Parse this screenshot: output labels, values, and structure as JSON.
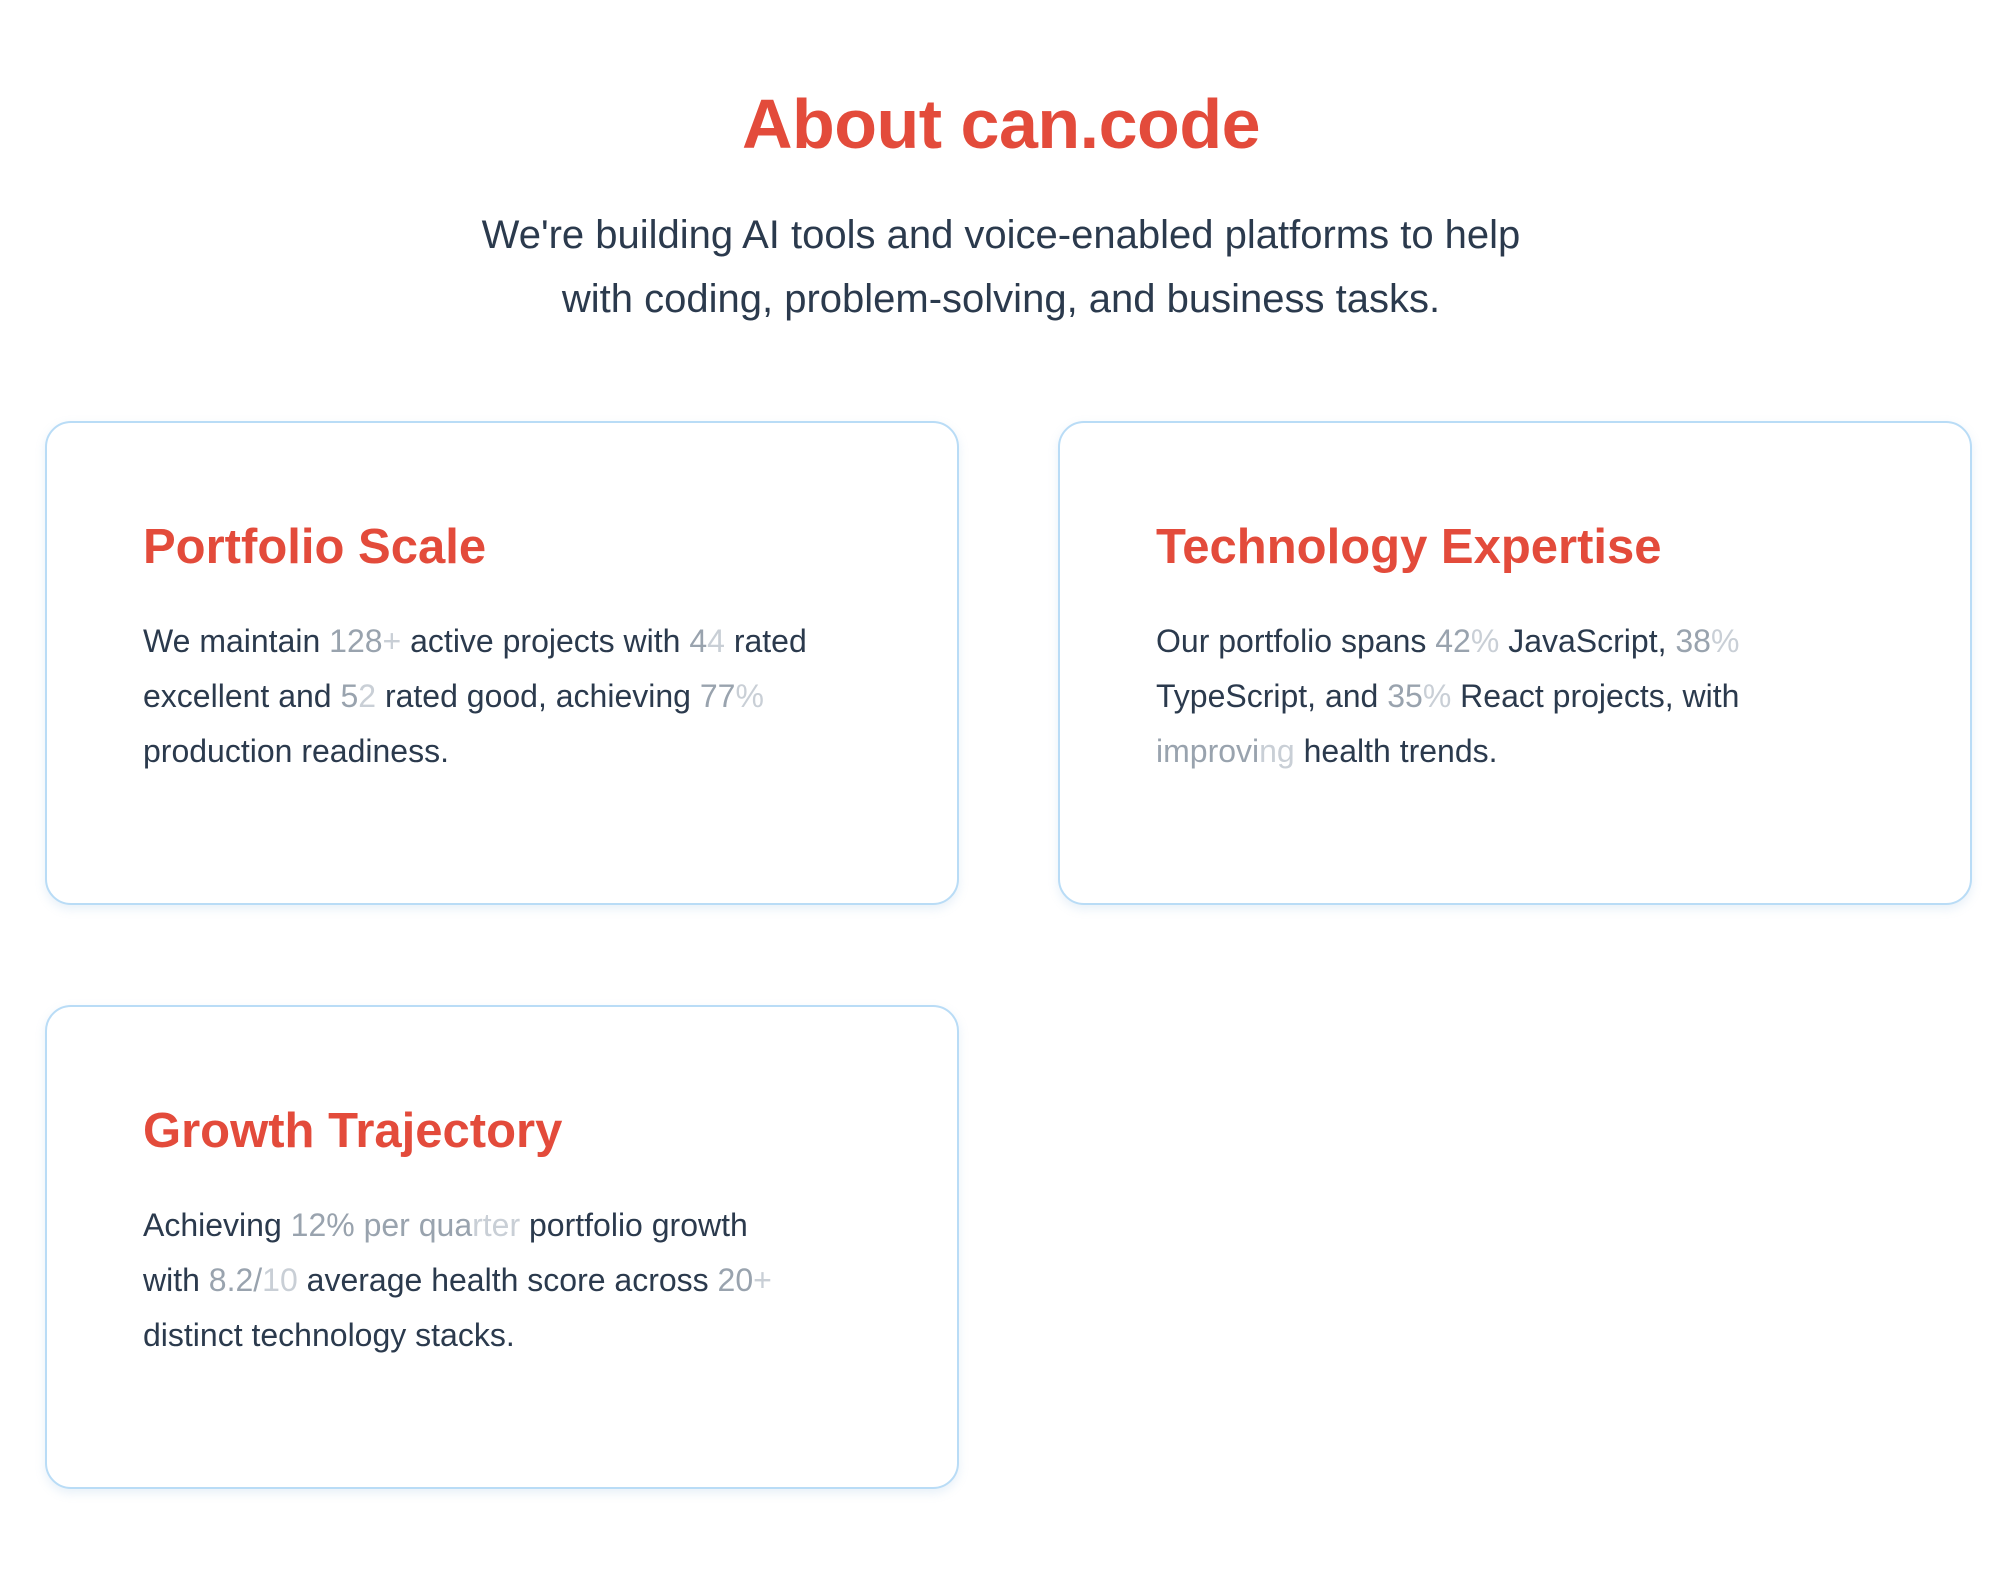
{
  "header": {
    "title": "About can.code",
    "subtitle_line1": "We're building AI tools and voice-enabled platforms to help",
    "subtitle_line2": "with coding, problem-solving, and business tasks."
  },
  "cards": [
    {
      "title": "Portfolio Scale",
      "body": {
        "t1": "We maintain ",
        "s1a": "128",
        "s1b": "+",
        "t2": " active projects with ",
        "s2a": "4",
        "s2b": "4",
        "t3": " rated",
        "t4": "excellent and ",
        "s3a": "5",
        "s3b": "2",
        "t5": " rated good, achieving ",
        "s4a": "77",
        "s4b": "%",
        "t6": "production readiness."
      }
    },
    {
      "title": "Technology Expertise",
      "body": {
        "t1": "Our portfolio spans ",
        "s1a": "42",
        "s1b": "%",
        "t2": " JavaScript, ",
        "s2a": "38",
        "s2b": "%",
        "t3": "TypeScript, and ",
        "s3a": "35",
        "s3b": "%",
        "t4": " React projects, with",
        "s4a": "improvi",
        "s4b": "ng",
        "t5": " health trends."
      }
    },
    {
      "title": "Growth Trajectory",
      "body": {
        "t1": "Achieving ",
        "s1a": "12% per qua",
        "s1b": "rter",
        "t2": " portfolio growth",
        "t3": "with ",
        "s2a": "8.2/",
        "s2b": "10",
        "t4": " average health score across ",
        "s3a": "20",
        "s3b": "+",
        "t5": "distinct technology stacks."
      }
    }
  ]
}
